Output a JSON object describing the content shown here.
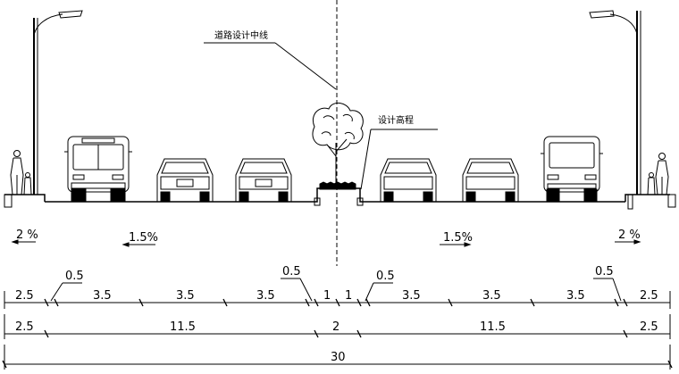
{
  "annotations": {
    "centerline": "道路设计中线",
    "design_elevation": "设计高程"
  },
  "slopes": {
    "left_sidewalk": "2 %",
    "left_road": "1.5%",
    "right_road": "1.5%",
    "right_sidewalk": "2 %"
  },
  "dimensions": {
    "row1": [
      "2.5",
      "0.5",
      "3.5",
      "3.5",
      "3.5",
      "0.5",
      "1",
      "1",
      "0.5",
      "3.5",
      "3.5",
      "3.5",
      "0.5",
      "2.5"
    ],
    "row2": [
      "2.5",
      "11.5",
      "2",
      "11.5",
      "2.5"
    ],
    "total": "30"
  }
}
